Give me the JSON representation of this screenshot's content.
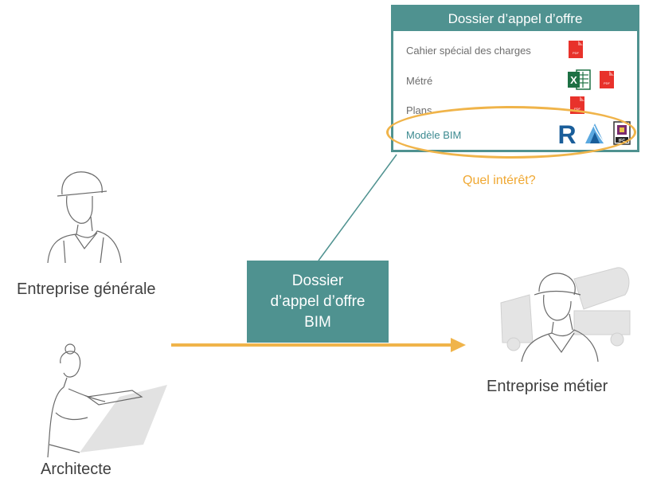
{
  "panel": {
    "title": "Dossier d’appel d’offre",
    "rows": [
      {
        "label": "Cahier spécial des charges",
        "icons": [
          "pdf-icon"
        ]
      },
      {
        "label": "Métré",
        "icons": [
          "excel-icon",
          "pdf-icon"
        ]
      },
      {
        "label": "Plans",
        "icons": [
          "pdf-icon"
        ]
      },
      {
        "label": "Modèle BIM",
        "icons": [
          "revit-icon",
          "archicad-icon",
          "ifc-icon"
        ]
      }
    ],
    "pdf_text": "PDF",
    "excel_letter": "X",
    "revit_letter": "R",
    "ifc_text": "IFC"
  },
  "question": "Quel intérêt?",
  "center_box": {
    "line1": "Dossier",
    "line2": "d’appel d’offre",
    "line3": "BIM"
  },
  "actors": {
    "general": "Entreprise générale",
    "architect": "Architecte",
    "trade": "Entreprise métier"
  },
  "colors": {
    "teal": "#4f9290",
    "orange": "#f0b44a",
    "text": "#404040"
  }
}
